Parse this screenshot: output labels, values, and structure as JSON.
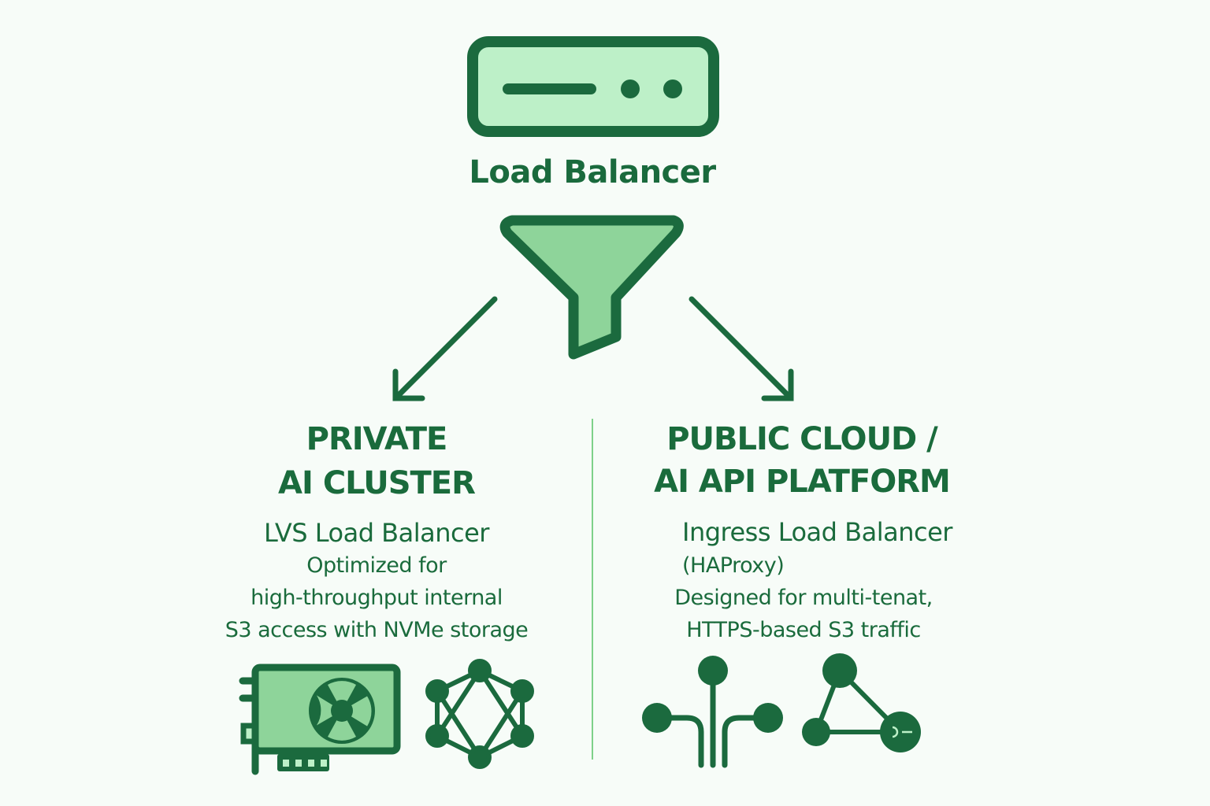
{
  "colors": {
    "dark_green": "#1b6a3e",
    "light_green_fill": "#bdf0c8",
    "mid_green_fill": "#8ed49a",
    "divider": "#7fd18a",
    "background": "#f7fcf8"
  },
  "top": {
    "icon": "server-icon",
    "title": "Load Balancer",
    "funnel_icon": "funnel-icon"
  },
  "left": {
    "heading_line1": "PRIVATE",
    "heading_line2": "AI CLUSTER",
    "subtitle": "LVS Load Balancer",
    "description": [
      "Optimized for",
      "high-throughput internal",
      "S3 access with NVMe storage"
    ],
    "icons": [
      "gpu-card-icon",
      "network-mesh-icon"
    ]
  },
  "right": {
    "heading_line1": "PUBLIC CLOUD /",
    "heading_line2": "AI API PLATFORM",
    "subtitle": "Ingress Load Balancer",
    "subtitle2": "(HAProxy)",
    "description": [
      "Designed for multi-tenat,",
      "HTTPS-based S3 traffic"
    ],
    "icons": [
      "api-routing-icon",
      "node-graph-icon"
    ]
  }
}
